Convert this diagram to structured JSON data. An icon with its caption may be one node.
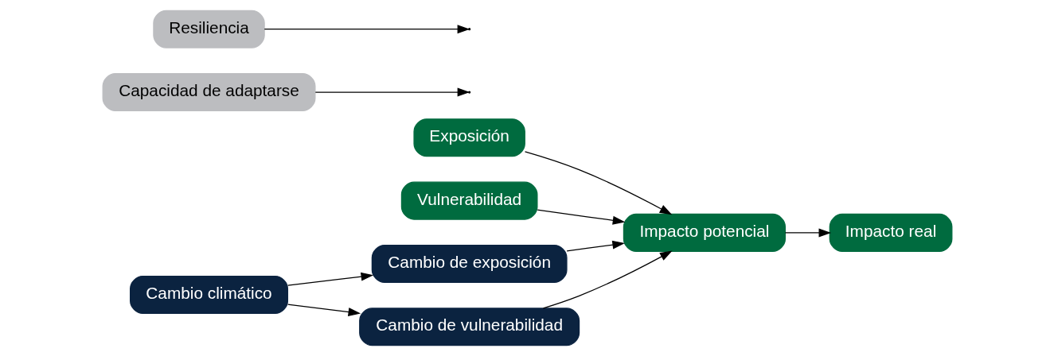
{
  "diagram": {
    "nodes": [
      {
        "text": [
          "Exposición"
        ]
      },
      {
        "text": [
          "Vulnerabilidad"
        ]
      },
      {
        "text": [
          "Cambio de exposición"
        ]
      },
      {
        "text": [
          "Impacto potencial"
        ]
      },
      {
        "text": [
          "Capacidad de adaptarse"
        ]
      },
      {
        "text": [
          "Cambio climático"
        ]
      },
      {
        "text": [
          "Resiliencia"
        ]
      },
      {
        "text": [
          "Cambio de vulnerabilidad"
        ]
      },
      {
        "text": [
          "Impacto real"
        ]
      }
    ],
    "edges": [
      {
        "from": 5,
        "to": 2,
        "arrow": "to"
      },
      {
        "from": 5,
        "to": 7,
        "arrow": "to"
      },
      {
        "from": 2,
        "to": 3,
        "arrow": "to"
      },
      {
        "from": 7,
        "to": 3,
        "arrow": "to"
      },
      {
        "from": 0,
        "to": 3,
        "arrow": "to"
      },
      {
        "from": 1,
        "to": 3,
        "arrow": "to"
      },
      {
        "from": 3,
        "to": 8,
        "arrow": "to"
      },
      {
        "from": 4,
        "to": null,
        "arrow": "to"
      },
      {
        "from": 6,
        "to": null,
        "arrow": "to"
      }
    ]
  }
}
